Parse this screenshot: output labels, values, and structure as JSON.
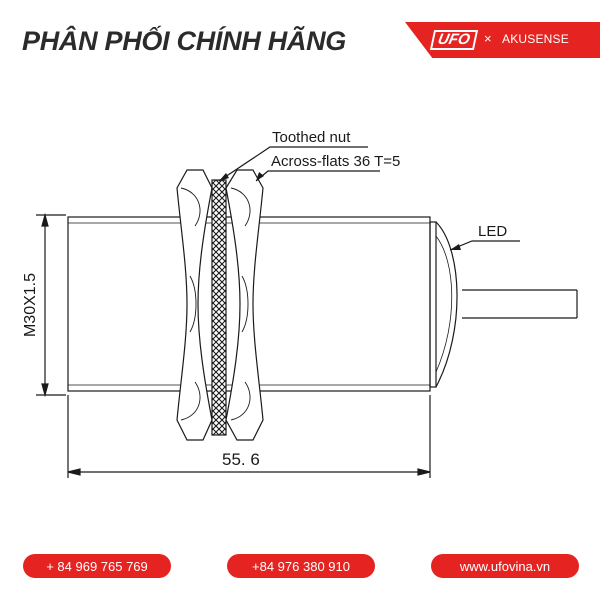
{
  "header": {
    "title": "PHÂN PHỐI CHÍNH HÃNG",
    "brand_logo": "UFO",
    "brand_separator": "×",
    "brand_partner": "AKUSENSE"
  },
  "diagram": {
    "labels": {
      "toothed_nut": "Toothed nut",
      "across_flats": "Across-flats 36  T=5",
      "led": "LED",
      "thread": "M30X1.5",
      "length": "55. 6"
    }
  },
  "footer": {
    "phone_1": "+ 84 969 765 769",
    "phone_2": "+84 976 380 910",
    "website": "www.ufovina.vn"
  },
  "colors": {
    "accent": "#e52421",
    "line": "#1a1a1a"
  }
}
